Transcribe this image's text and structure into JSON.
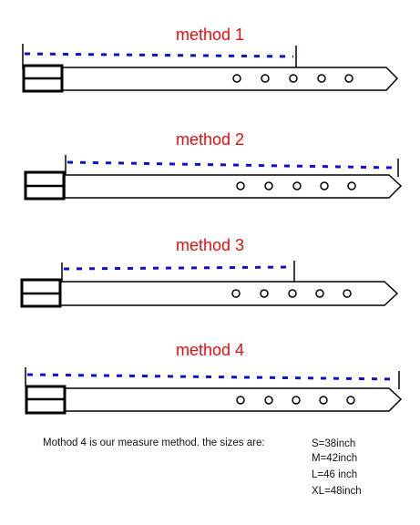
{
  "methods": [
    {
      "label": "method 1"
    },
    {
      "label": "method 2"
    },
    {
      "label": "method 3"
    },
    {
      "label": "method 4"
    }
  ],
  "note": {
    "text": "Mothod 4 is our measure method. the sizes are:",
    "sizes": [
      "S=38inch",
      "M=42inch",
      "L=46 inch",
      "XL=48inch"
    ]
  },
  "colors": {
    "title": "#e01010",
    "measure_line": "#1010cc",
    "outline": "#000000"
  }
}
